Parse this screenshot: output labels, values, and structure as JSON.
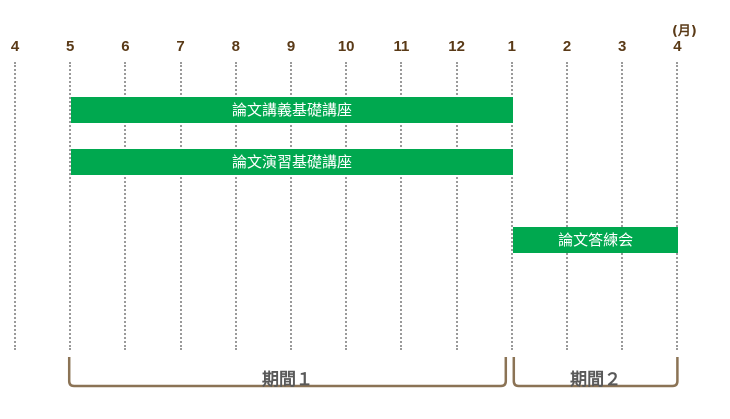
{
  "timeline": {
    "unit_label": "(月)",
    "months": [
      "4",
      "5",
      "6",
      "7",
      "8",
      "9",
      "10",
      "11",
      "12",
      "1",
      "2",
      "3",
      "4"
    ]
  },
  "bars": [
    {
      "name": "論文講義基礎講座",
      "start_month_index": 1,
      "end_month_index": 9
    },
    {
      "name": "論文演習基礎講座",
      "start_month_index": 1,
      "end_month_index": 9
    },
    {
      "name": "論文答練会",
      "start_month_index": 9,
      "end_month_index": 12
    }
  ],
  "periods": [
    {
      "label": "期間１",
      "start_month_index": 1,
      "end_month_index": 9
    },
    {
      "label": "期間２",
      "start_month_index": 9,
      "end_month_index": 12
    }
  ],
  "colors": {
    "bar": "#00a84f",
    "bracket": "#8b7355",
    "month_text": "#5a3a17"
  }
}
